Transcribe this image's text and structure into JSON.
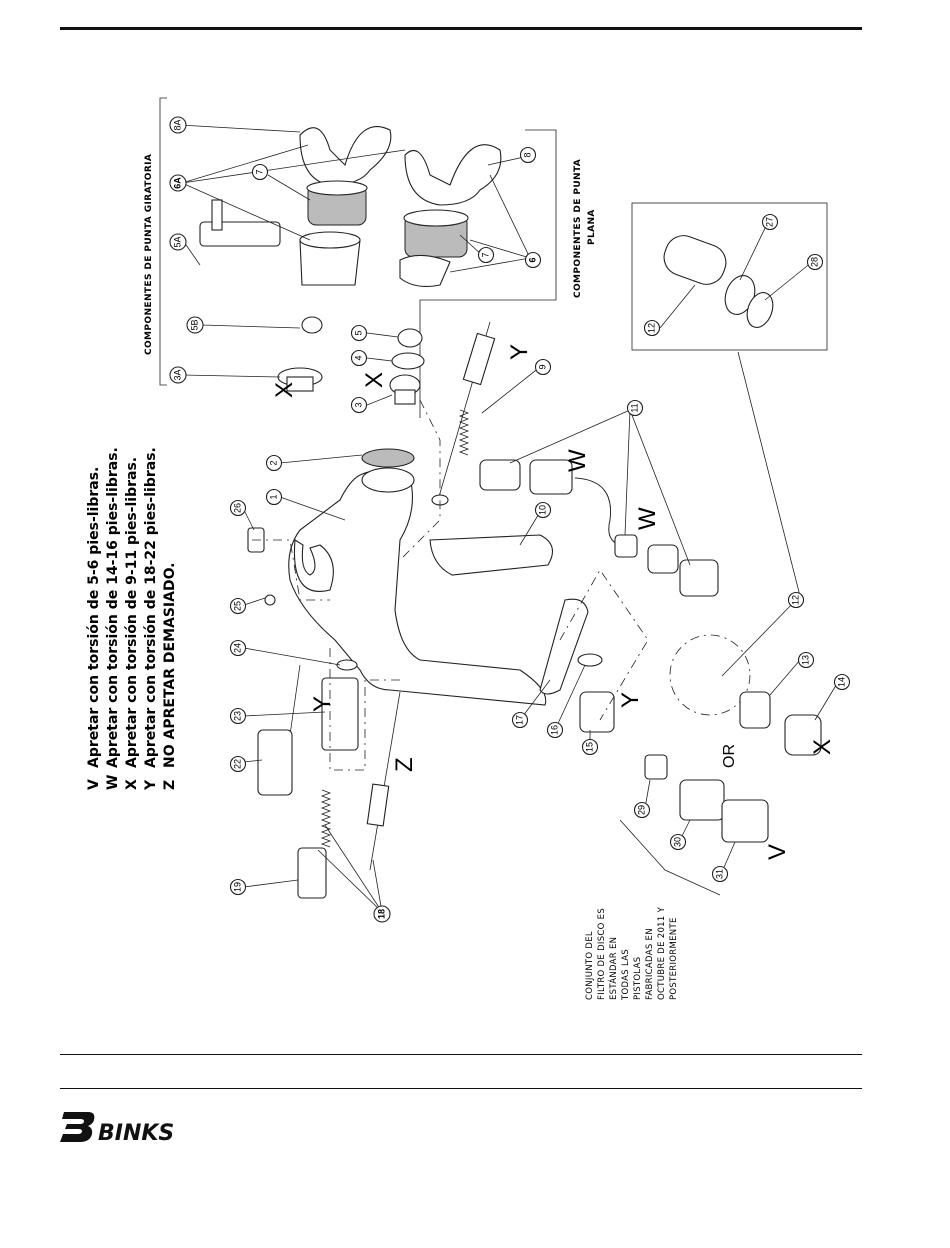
{
  "legend": [
    {
      "letter": "V",
      "text": "Apretar con torsión de 5-6 pies-libras."
    },
    {
      "letter": "W",
      "text": "Apretar con torsión de 14-16 pies-libras."
    },
    {
      "letter": "X",
      "text": "Apretar con torsión de 9-11 pies-libras."
    },
    {
      "letter": "Y",
      "text": "Apretar con torsión de 18-22 pies-libras."
    },
    {
      "letter": "Z",
      "text": "NO APRETAR DEMASIADO."
    }
  ],
  "headings": {
    "rotating_tip": "COMPONENTES DE PUNTA GIRATORIA",
    "flat_tip_1": "COMPONENTES DE PUNTA",
    "flat_tip_2": "PLANA"
  },
  "filter_note": [
    "CONJUNTO DEL",
    "FILTRO DE DISCO ES",
    "ESTÁNDAR EN",
    "TODAS LAS",
    "PISTOLAS",
    "FABRICADAS EN",
    "OCTUBRE DE 2011 Y",
    "POSTERIORMENTE"
  ],
  "or_label": "OR",
  "callouts": [
    "1",
    "2",
    "3",
    "3A",
    "4",
    "5",
    "5A",
    "5B",
    "6",
    "6A",
    "7",
    "8",
    "8A",
    "9",
    "10",
    "11",
    "12",
    "13",
    "14",
    "15",
    "16",
    "17",
    "18",
    "19",
    "22",
    "23",
    "24",
    "25",
    "26",
    "27",
    "28",
    "29",
    "30",
    "31"
  ],
  "torque_marks": [
    "V",
    "W",
    "X",
    "Y",
    "Z"
  ],
  "logo_text": "BINKS"
}
